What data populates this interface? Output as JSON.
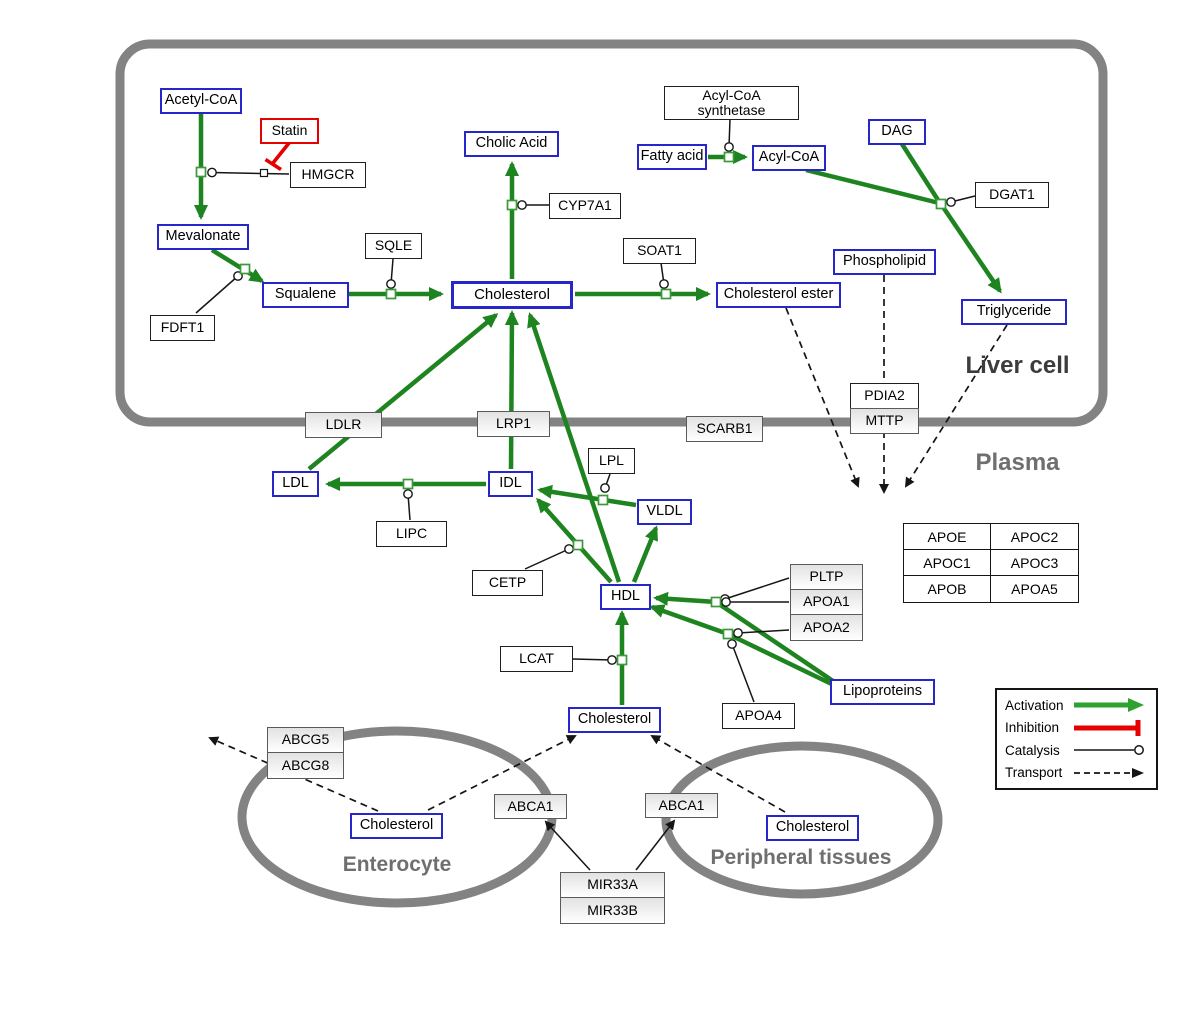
{
  "compartments": {
    "liver": "Liver cell",
    "plasma": "Plasma",
    "enterocyte": "Enterocyte",
    "peripheral": "Peripheral tissues"
  },
  "metabolites": {
    "acetyl_coa": "Acetyl-CoA",
    "mevalonate": "Mevalonate",
    "squalene": "Squalene",
    "cholic_acid": "Cholic Acid",
    "cholesterol_liver": "Cholesterol",
    "cholesterol_ester": "Cholesterol ester",
    "fatty_acid": "Fatty acid",
    "acyl_coa": "Acyl-CoA",
    "dag": "DAG",
    "phospholipid": "Phospholipid",
    "triglyceride": "Triglyceride",
    "ldl": "LDL",
    "idl": "IDL",
    "vldl": "VLDL",
    "hdl": "HDL",
    "cholesterol_plasma": "Cholesterol",
    "lipoproteins": "Lipoproteins",
    "cholesterol_enterocyte": "Cholesterol",
    "cholesterol_peripheral": "Cholesterol"
  },
  "drugs": {
    "statin": "Statin"
  },
  "proteins": {
    "hmgcr": "HMGCR",
    "sqle": "SQLE",
    "fdft1": "FDFT1",
    "cyp7a1": "CYP7A1",
    "soat1": "SOAT1",
    "acyl_coa_synthetase_line1": "Acyl-CoA",
    "acyl_coa_synthetase_line2": "synthetase",
    "dgat1": "DGAT1",
    "ldlr": "LDLR",
    "lrp1": "LRP1",
    "scarb1": "SCARB1",
    "pdia2": "PDIA2",
    "mttp": "MTTP",
    "lpl": "LPL",
    "lipc": "LIPC",
    "cetp": "CETP",
    "lcat": "LCAT",
    "pltp": "PLTP",
    "apoa1": "APOA1",
    "apoa2": "APOA2",
    "apoa4": "APOA4",
    "abcg5": "ABCG5",
    "abcg8": "ABCG8",
    "abca1_left": "ABCA1",
    "abca1_right": "ABCA1",
    "mir33a": "MIR33A",
    "mir33b": "MIR33B"
  },
  "apo_table": {
    "rows": [
      [
        "APOE",
        "APOC2"
      ],
      [
        "APOC1",
        "APOC3"
      ],
      [
        "APOB",
        "APOA5"
      ]
    ]
  },
  "legend": {
    "activation": "Activation",
    "inhibition": "Inhibition",
    "catalysis": "Catalysis",
    "transport": "Transport"
  },
  "colors": {
    "metabolite_border": "#2626c9",
    "drug_border": "#e60000",
    "activation_green": "#1e8420",
    "inhibition_red": "#e60000",
    "membrane_gray": "#838383"
  }
}
